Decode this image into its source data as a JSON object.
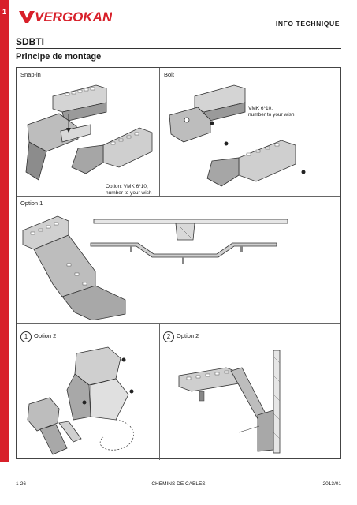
{
  "page_number": "1",
  "brand": {
    "name": "VERGOKAN"
  },
  "header": {
    "info": "INFO TECHNIQUE"
  },
  "doc": {
    "title": "SDBTI",
    "subtitle": "Principe de montage"
  },
  "panels": {
    "snapin": "Snap-in",
    "bolt": "Bolt",
    "option1": "Option 1",
    "option2a_num": "1",
    "option2a": "Option 2",
    "option2b_num": "2",
    "option2b": "Option 2"
  },
  "notes": {
    "bolt_l1": "VMK 6*10,",
    "bolt_l2": "number to your wish",
    "snap_l1": "Option: VMK 6*10,",
    "snap_l2": "number to your wish"
  },
  "footer": {
    "page": "1-26",
    "center": "CHEMINS DE CABLES",
    "date": "2013/01"
  }
}
